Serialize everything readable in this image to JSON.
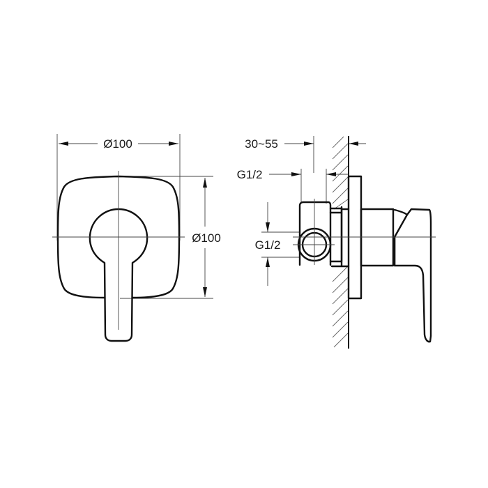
{
  "drawing": {
    "front_view": {
      "width_dimension": "Ø100",
      "height_dimension": "Ø100"
    },
    "side_view": {
      "wall_depth_dimension": "30~55",
      "top_connection_label": "G1/2",
      "side_connection_label": "G1/2"
    }
  }
}
